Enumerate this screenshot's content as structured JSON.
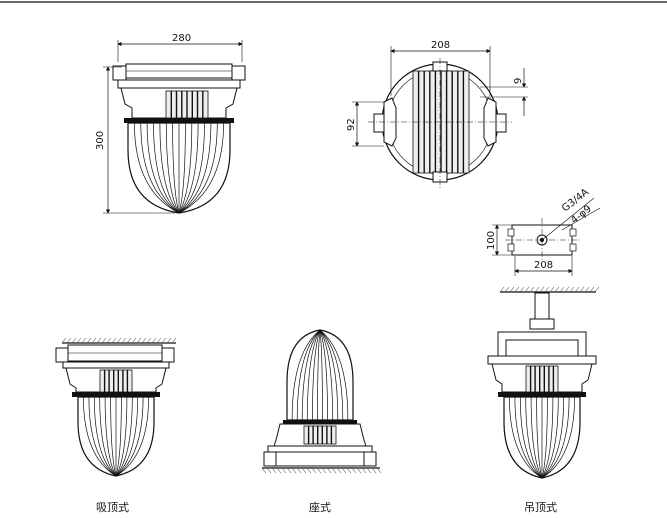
{
  "dimensions": {
    "front_width": "280",
    "front_height": "300",
    "top_width": "208",
    "top_small": "9",
    "top_side": "92",
    "mount_width": "208",
    "mount_height": "100",
    "mount_thread": "G3/4A",
    "mount_holes": "4-φ9"
  },
  "captions": {
    "ceiling": "吸顶式",
    "seat": "座式",
    "pendant": "吊顶式"
  },
  "colors": {
    "line": "#111111",
    "hatch": "#555555",
    "paper": "#ffffff"
  }
}
